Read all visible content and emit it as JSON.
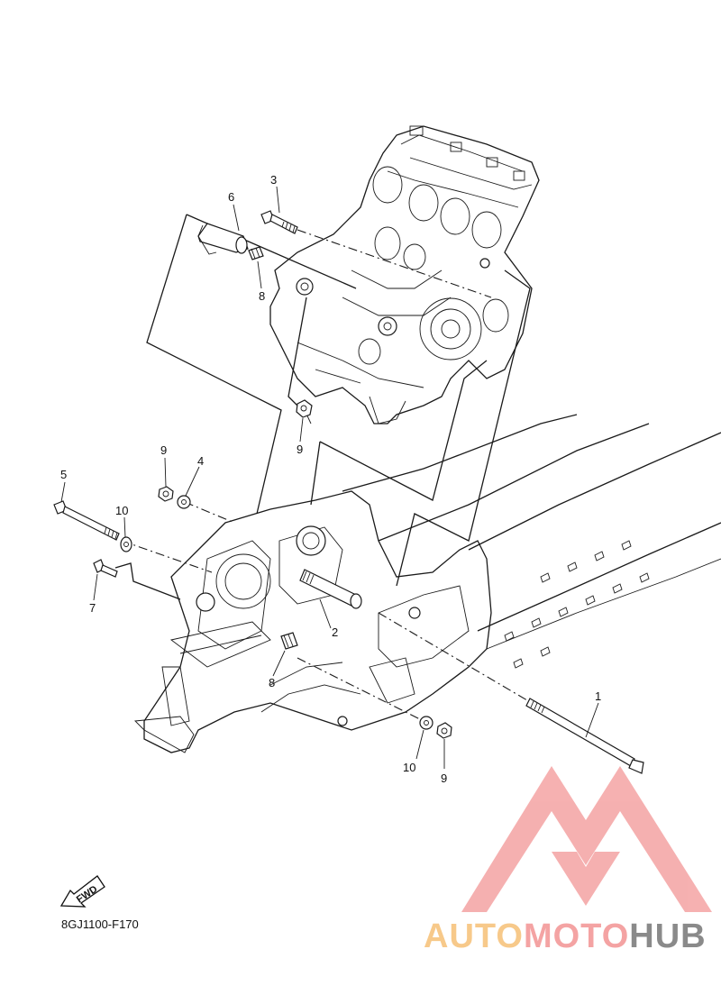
{
  "diagram": {
    "part_labels": {
      "p1": "1",
      "p2": "2",
      "p3": "3",
      "p4": "4",
      "p5": "5",
      "p6": "6",
      "p7": "7",
      "p8a": "8",
      "p8b": "8",
      "p9a": "9",
      "p9b": "9",
      "p9c": "9",
      "p10a": "10",
      "p10b": "10"
    },
    "fwd_label": "FWD",
    "diagram_code": "8GJ1100-F170"
  },
  "watermark": {
    "part1": "AUTO",
    "part2": "MOTO",
    "part3": "HUB",
    "colors": {
      "auto": "#f7c98a",
      "moto": "#f4a3a3",
      "hub": "#8a8a8a",
      "logo": "#f4a3a3"
    }
  }
}
